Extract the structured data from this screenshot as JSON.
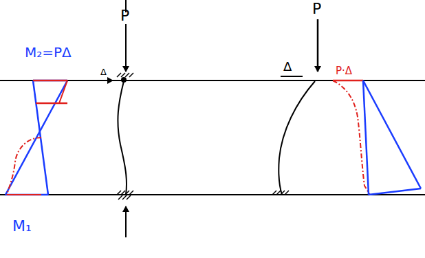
{
  "diagram": {
    "labels": [
      "M₂=PΔ",
      "P",
      "Δ",
      "P",
      "Δ",
      "P·Δ",
      "M₁"
    ]
  }
}
